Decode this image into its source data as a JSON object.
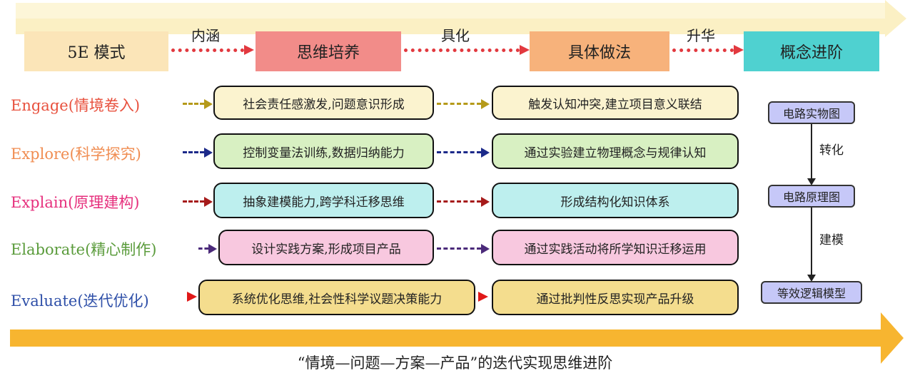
{
  "header": {
    "boxes": [
      {
        "label": "5E 模式",
        "color": "#fbe5b8"
      },
      {
        "label": "思维培养",
        "color": "#f28c89"
      },
      {
        "label": "具体做法",
        "color": "#f7b27b"
      },
      {
        "label": "概念进阶",
        "color": "#4fd1d0"
      }
    ],
    "connectors": [
      "内涵",
      "具化",
      "升华"
    ]
  },
  "rows": [
    {
      "stage": "Engage(情境卷入)",
      "stage_color": "#e8513e",
      "arrow_color": "#b59a1a",
      "thinking": "社会责任感激发,问题意识形成",
      "practice": "触发认知冲突,建立项目意义联结",
      "fill": "#fbf3cf"
    },
    {
      "stage": "Explore(科学探究)",
      "stage_color": "#f08d52",
      "arrow_color": "#1c2a8a",
      "thinking": "控制变量法训练,数据归纳能力",
      "practice": "通过实验建立物理概念与规律认知",
      "fill": "#d8f0c2"
    },
    {
      "stage": "Explain(原理建构)",
      "stage_color": "#e6307d",
      "arrow_color": "#a61b1b",
      "thinking": "抽象建模能力,跨学科迁移思维",
      "practice": "形成结构化知识体系",
      "fill": "#bdefee"
    },
    {
      "stage": "Elaborate(精心制作)",
      "stage_color": "#5a9b3b",
      "arrow_color": "#4b2a7a",
      "thinking": "设计实践方案,形成项目产品",
      "practice": "通过实践活动将所学知识迁移运用",
      "fill": "#f8c8df"
    },
    {
      "stage": "Evaluate(迭代优化)",
      "stage_color": "#2e4fa8",
      "arrow_color": "#e01818",
      "thinking": "系统优化思维,社会性科学议题决策能力",
      "practice": "通过批判性反思实现产品升级",
      "fill": "#f4dd8e"
    }
  ],
  "progression": {
    "steps": [
      "电路实物图",
      "电路原理图",
      "等效逻辑模型"
    ],
    "transitions": [
      "转化",
      "建模"
    ]
  },
  "footer": {
    "caption": "“情境—问题—方案—产品”的迭代实现思维进阶"
  }
}
